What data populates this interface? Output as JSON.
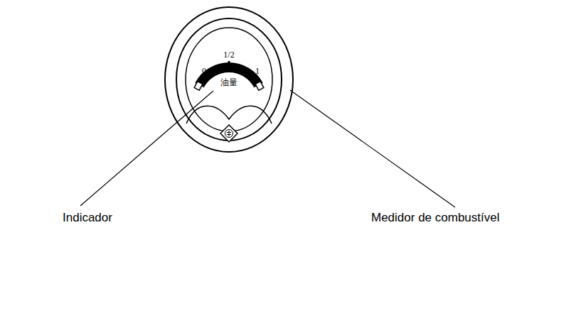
{
  "diagram": {
    "labels": [
      "0",
      "1/2",
      "1",
      "油量",
      "Indicador",
      "Medidor de combustível"
    ]
  }
}
